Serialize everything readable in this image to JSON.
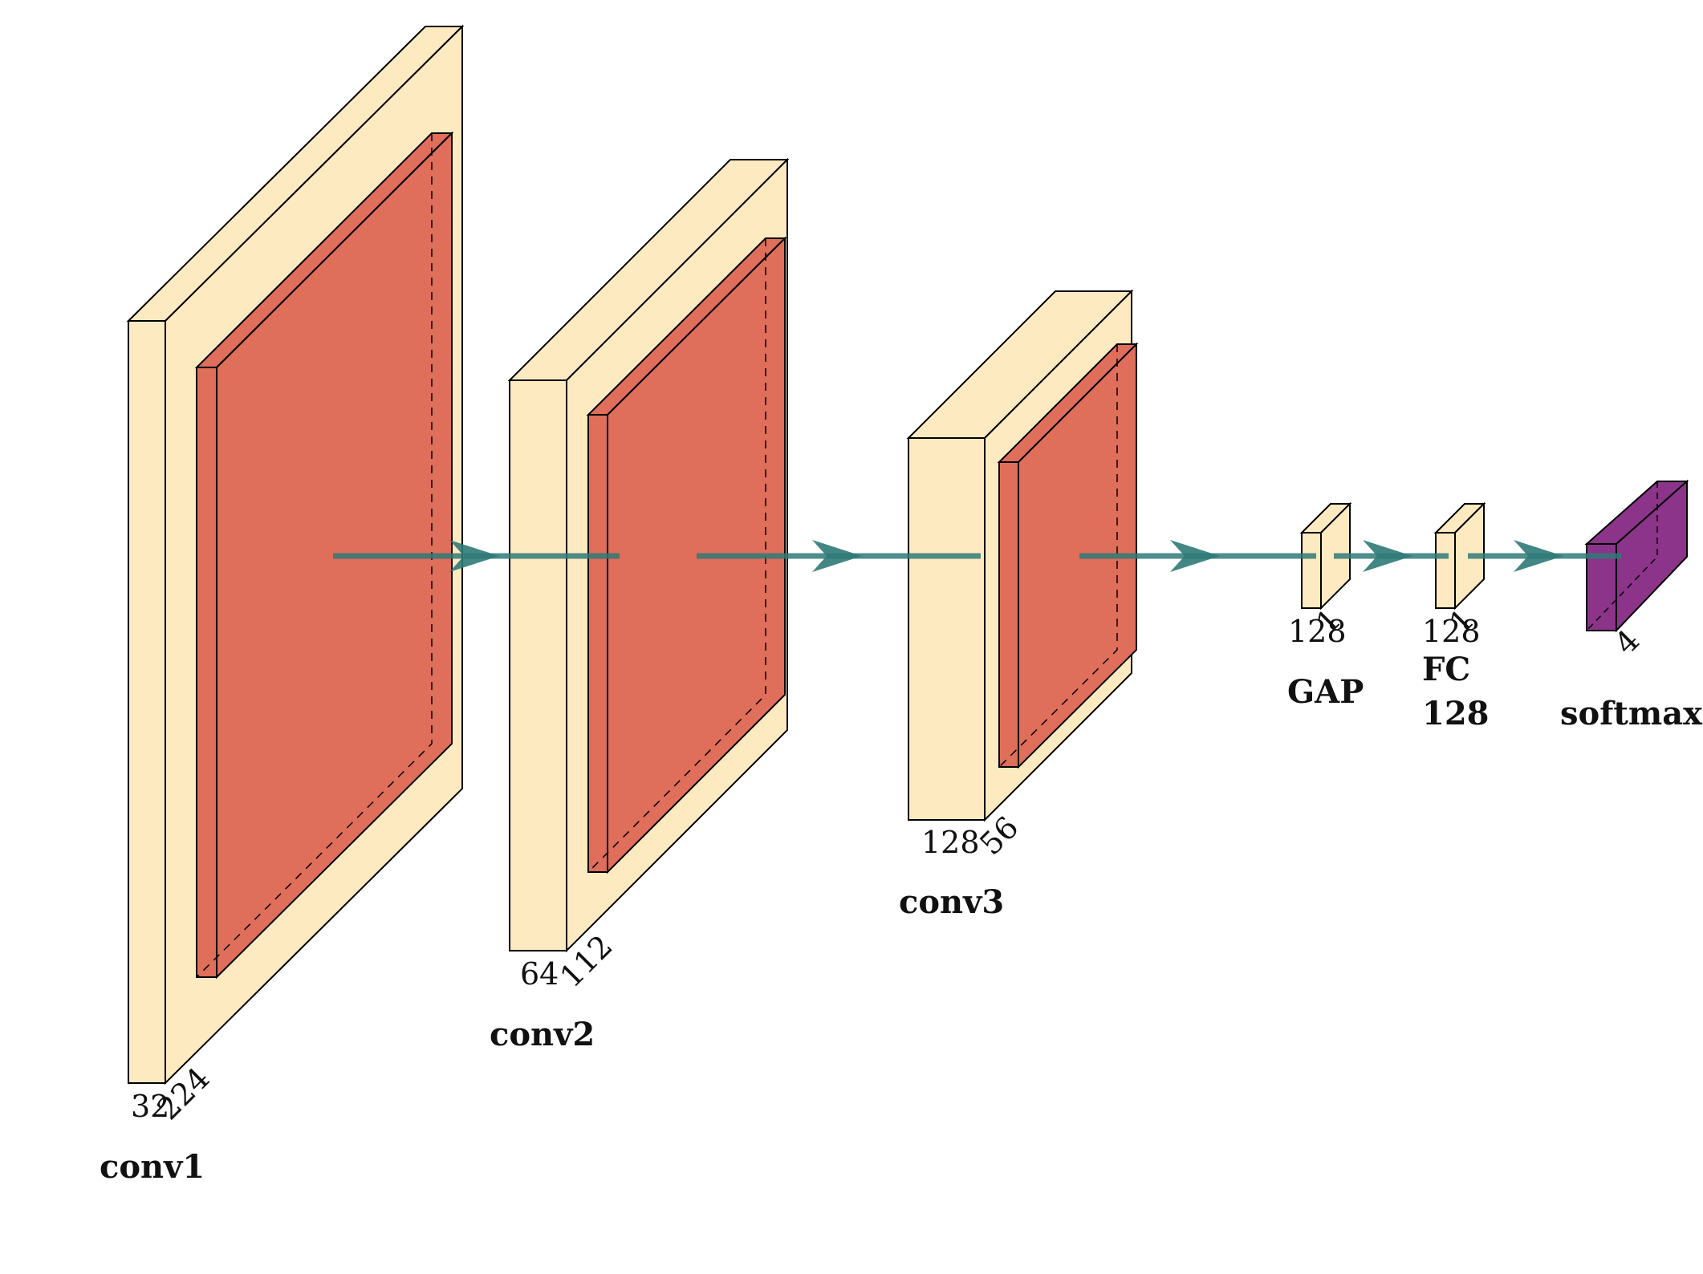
{
  "colors": {
    "feature_map": "#fdeac0",
    "activation": "#df6e5a",
    "output": "#8b3489",
    "arrow": "#2f7a78",
    "edge": "#000000"
  },
  "layers": [
    {
      "name": "conv1",
      "channels": "32",
      "size": "224",
      "kind": "conv"
    },
    {
      "name": "conv2",
      "channels": "64",
      "size": "112",
      "kind": "conv"
    },
    {
      "name": "conv3",
      "channels": "128",
      "size": "56",
      "kind": "conv"
    },
    {
      "name": "GAP",
      "channels": "128",
      "size": "1",
      "kind": "vector"
    },
    {
      "name": "FC",
      "name_line2": "128",
      "channels": "128",
      "size": "1",
      "kind": "vector"
    },
    {
      "name": "softmax",
      "channels": "",
      "size": "4",
      "kind": "output"
    }
  ]
}
